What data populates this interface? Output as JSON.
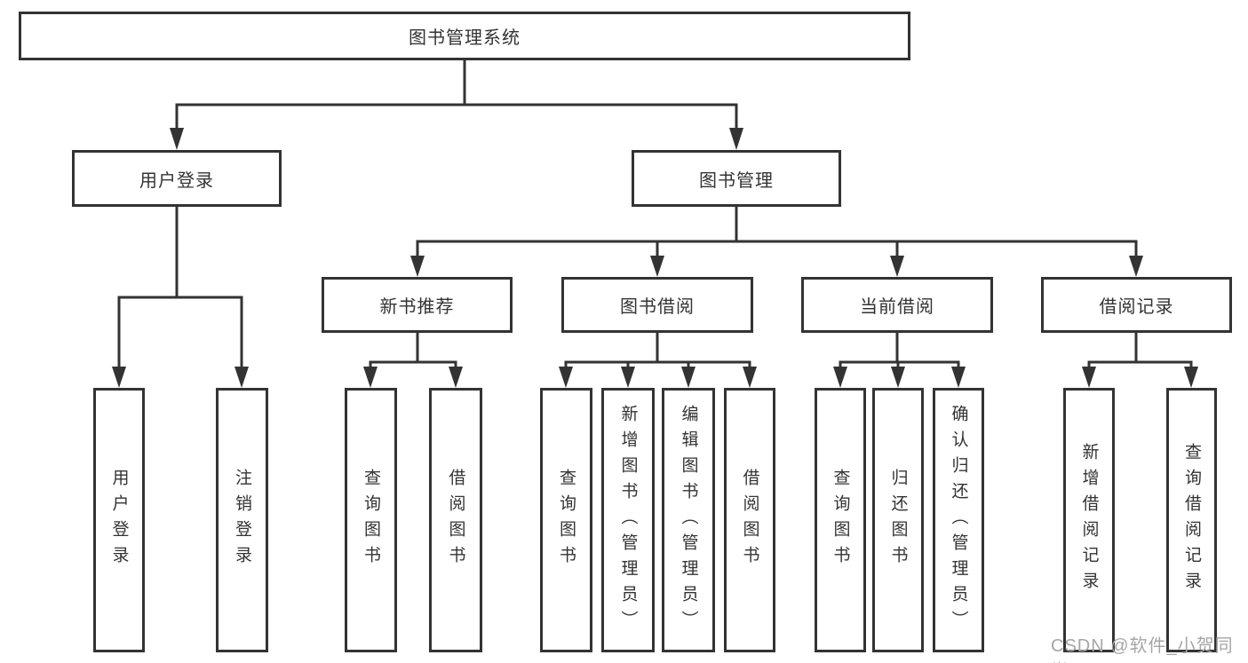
{
  "title": "图书管理系统",
  "colors": {
    "line": "#333333",
    "text": "#333333",
    "box_background": "#ffffff",
    "watermark": "#a6a6a6"
  },
  "watermark": {
    "text": "CSDN @软件_小贺同学"
  },
  "nodes": {
    "root": {
      "label": "图书管理系统"
    },
    "user_login": {
      "label": "用户登录"
    },
    "book_management": {
      "label": "图书管理"
    },
    "new_book_recommend": {
      "label": "新书推荐"
    },
    "book_borrowing": {
      "label": "图书借阅"
    },
    "current_borrowing": {
      "label": "当前借阅"
    },
    "borrowing_records": {
      "label": "借阅记录"
    },
    "leaf_user_login": {
      "label": "用户登录"
    },
    "leaf_logout": {
      "label": "注销登录"
    },
    "leaf_query_books_recommend": {
      "label": "查询图书"
    },
    "leaf_borrow_books_recommend": {
      "label": "借阅图书"
    },
    "leaf_query_books_borrowing": {
      "label": "查询图书"
    },
    "leaf_add_books_admin": {
      "label": "新增图书（管理员）"
    },
    "leaf_edit_books_admin": {
      "label": "编辑图书（管理员）"
    },
    "leaf_borrow_books_borrowing": {
      "label": "借阅图书"
    },
    "leaf_query_books_current": {
      "label": "查询图书"
    },
    "leaf_return_books": {
      "label": "归还图书"
    },
    "leaf_confirm_return_admin": {
      "label": "确认归还（管理员）"
    },
    "leaf_add_borrow_record": {
      "label": "新增借阅记录"
    },
    "leaf_query_borrow_record": {
      "label": "查询借阅记录"
    }
  },
  "edges": [
    [
      "root",
      "user_login"
    ],
    [
      "root",
      "book_management"
    ],
    [
      "user_login",
      "leaf_user_login"
    ],
    [
      "user_login",
      "leaf_logout"
    ],
    [
      "book_management",
      "new_book_recommend"
    ],
    [
      "book_management",
      "book_borrowing"
    ],
    [
      "book_management",
      "current_borrowing"
    ],
    [
      "book_management",
      "borrowing_records"
    ],
    [
      "new_book_recommend",
      "leaf_query_books_recommend"
    ],
    [
      "new_book_recommend",
      "leaf_borrow_books_recommend"
    ],
    [
      "book_borrowing",
      "leaf_query_books_borrowing"
    ],
    [
      "book_borrowing",
      "leaf_add_books_admin"
    ],
    [
      "book_borrowing",
      "leaf_edit_books_admin"
    ],
    [
      "book_borrowing",
      "leaf_borrow_books_borrowing"
    ],
    [
      "current_borrowing",
      "leaf_query_books_current"
    ],
    [
      "current_borrowing",
      "leaf_return_books"
    ],
    [
      "current_borrowing",
      "leaf_confirm_return_admin"
    ],
    [
      "borrowing_records",
      "leaf_add_borrow_record"
    ],
    [
      "borrowing_records",
      "leaf_query_borrow_record"
    ]
  ]
}
